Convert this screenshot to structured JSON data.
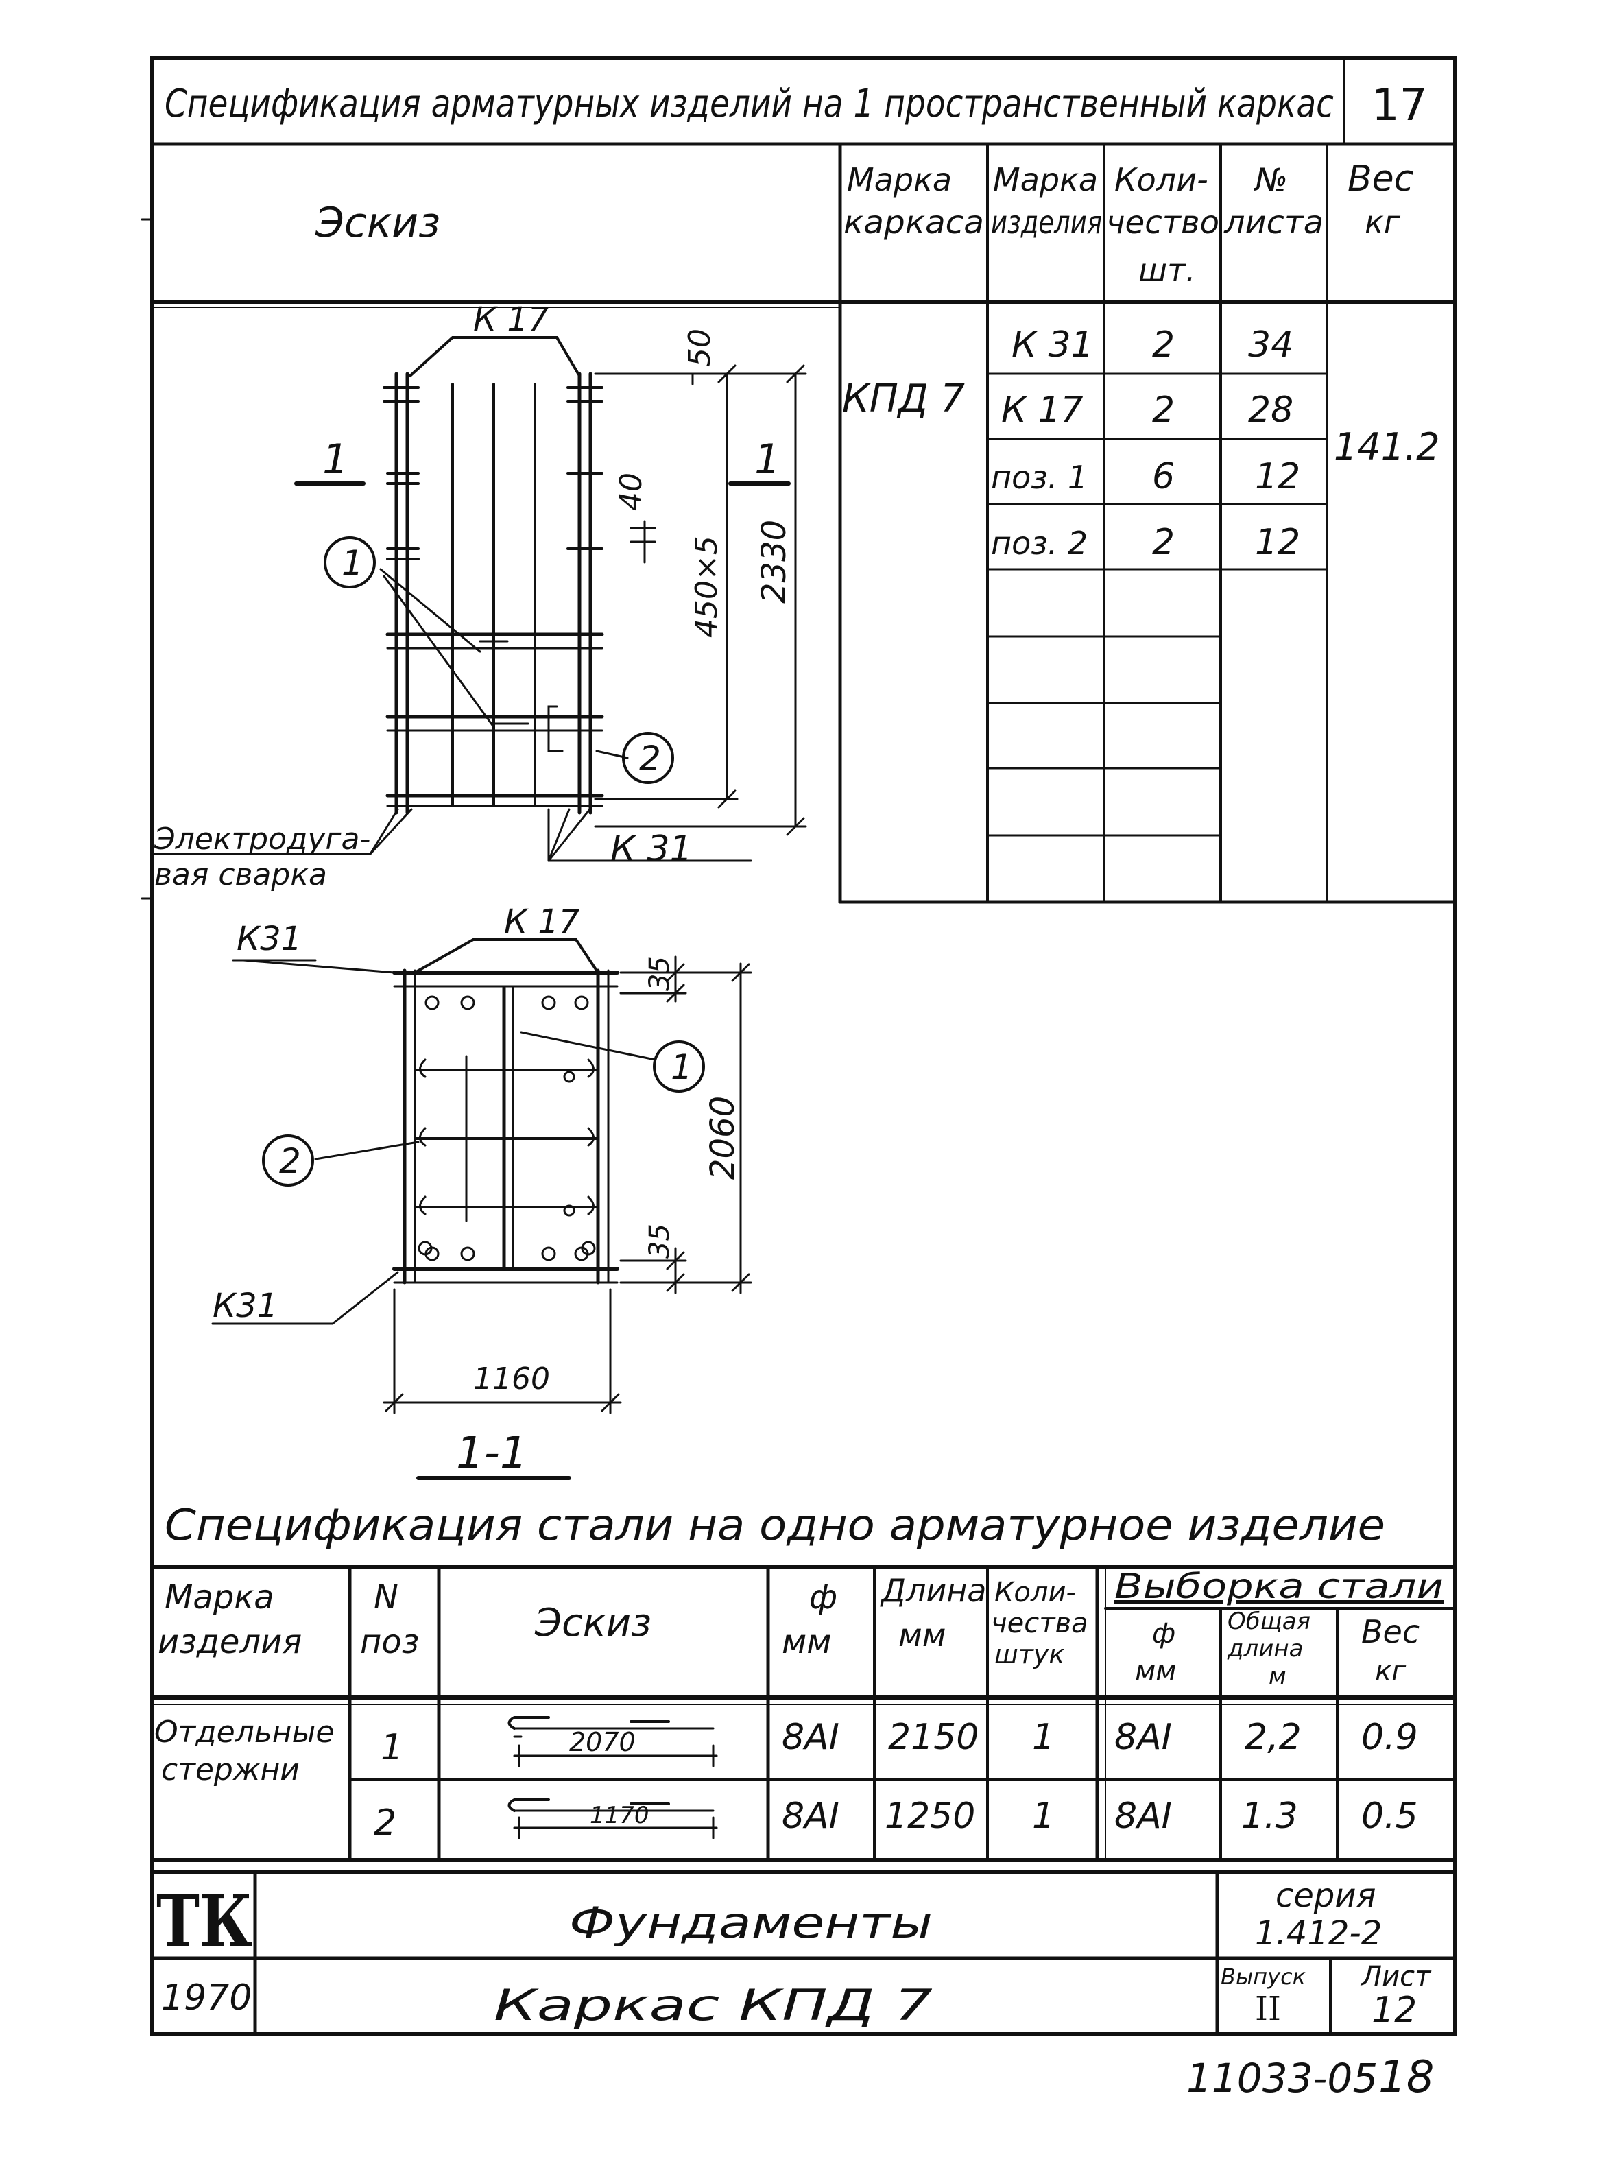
{
  "spec_frame": {
    "title": "Спецификация арматурных изделий на 1 пространственный каркас",
    "number": "17",
    "headers": {
      "sketch": "Эскиз",
      "frame_mark": [
        "Марка",
        "каркаса"
      ],
      "item_mark": [
        "Марка",
        "изделия"
      ],
      "quantity": [
        "Коли-",
        "чество",
        "шт."
      ],
      "sheet_no": [
        "№",
        "листа"
      ],
      "weight": [
        "Вес",
        "кг"
      ]
    },
    "frame_mark_value": "КПД 7",
    "total_weight": "141.2",
    "rows": [
      {
        "item": "К 31",
        "qty": "2",
        "sheet": "34"
      },
      {
        "item": "К 17",
        "qty": "2",
        "sheet": "28"
      },
      {
        "item": "поз. 1",
        "qty": "6",
        "sheet": "12"
      },
      {
        "item": "поз. 2",
        "qty": "2",
        "sheet": "12"
      }
    ]
  },
  "drawing_top": {
    "k17": "К 17",
    "k31": "К 31",
    "dim_50": "50",
    "dim_40": "40",
    "dim_450x5": "450×5",
    "dim_2330": "2330",
    "section_mark": "1",
    "callout_1": "1",
    "callout_2": "2",
    "welding": [
      "Электродуга-",
      "вая сварка"
    ]
  },
  "drawing_section": {
    "k17": "К 17",
    "k31_top": "К31",
    "k31_bottom": "К31",
    "dim_35_top": "35",
    "dim_35_bottom": "35",
    "dim_2060": "2060",
    "dim_1160": "1160",
    "callout_1": "1",
    "callout_2": "2",
    "section_label": "1-1"
  },
  "steel_spec": {
    "title": "Спецификация стали на одно арматурное изделие",
    "headers": {
      "item_mark": [
        "Марка",
        "изделия"
      ],
      "pos": [
        "N",
        "поз"
      ],
      "sketch": "Эскиз",
      "diameter": [
        "ф",
        "мм"
      ],
      "length": [
        "Длина",
        "мм"
      ],
      "qty": [
        "Коли-",
        "чества",
        "штук"
      ],
      "selection": "Выборка стали",
      "sel_diameter": [
        "ф",
        "мм"
      ],
      "sel_total_length": [
        "Общая",
        "длина",
        "м"
      ],
      "sel_weight": [
        "Вес",
        "кг"
      ]
    },
    "group_label": [
      "Отдельные",
      "стержни"
    ],
    "rows": [
      {
        "pos": "1",
        "sketch_dim": "2070",
        "diameter": "8АI",
        "length": "2150",
        "qty": "1",
        "sel_diameter": "8АI",
        "total_length": "2,2",
        "weight": "0.9"
      },
      {
        "pos": "2",
        "sketch_dim": "1170",
        "diameter": "8АI",
        "length": "1250",
        "qty": "1",
        "sel_diameter": "8АI",
        "total_length": "1.3",
        "weight": "0.5"
      }
    ]
  },
  "title_block": {
    "logo": "ТК",
    "year": "1970",
    "title": "Фундаменты",
    "subtitle": "Каркас КПД 7",
    "series_label": "серия",
    "series_value": "1.412-2",
    "issue_label": "Выпуск",
    "issue_value": "II",
    "sheet_label": "Лист",
    "sheet_value": "12"
  },
  "footer_code": "11033-05",
  "footer_handwritten": "18"
}
